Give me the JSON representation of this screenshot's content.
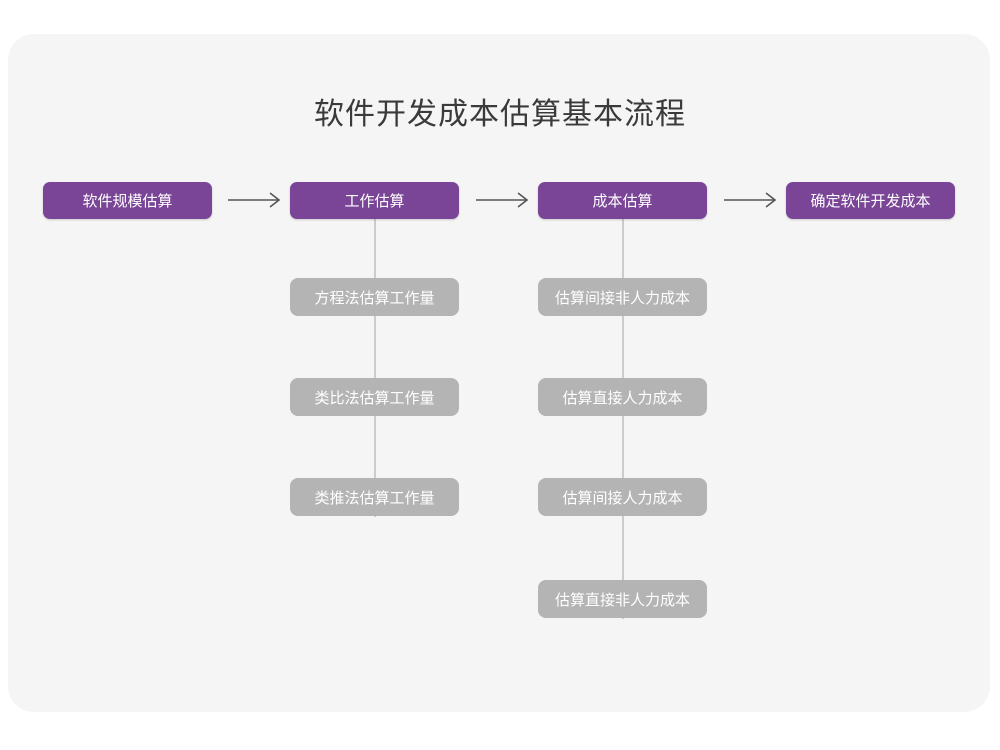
{
  "page": {
    "title": "软件开发成本估算基本流程",
    "background_color": "#ffffff",
    "card_color": "#f5f5f5"
  },
  "theme": {
    "primary_color": "#7a4596",
    "secondary_color": "#b4b4b4",
    "title_color": "#3a3a3a",
    "connector_color": "#cccccc",
    "arrow_color": "#555555",
    "node_text_color": "#ffffff"
  },
  "chart_data": {
    "type": "diagram",
    "title": "软件开发成本估算基本流程",
    "orientation": "left-to-right with vertical sub-branches",
    "stages": [
      {
        "id": "stage-1",
        "label": "软件规模估算",
        "level": "primary",
        "substeps": []
      },
      {
        "id": "stage-2",
        "label": "工作估算",
        "level": "primary",
        "substeps": [
          "方程法估算工作量",
          "类比法估算工作量",
          "类推法估算工作量"
        ]
      },
      {
        "id": "stage-3",
        "label": "成本估算",
        "level": "primary",
        "substeps": [
          "估算间接非人力成本",
          "估算直接人力成本",
          "估算间接人力成本",
          "估算直接非人力成本"
        ]
      },
      {
        "id": "stage-4",
        "label": "确定软件开发成本",
        "level": "primary",
        "substeps": []
      }
    ],
    "connectors": [
      {
        "from": "stage-1",
        "to": "stage-2",
        "kind": "arrow-right"
      },
      {
        "from": "stage-2",
        "to": "stage-3",
        "kind": "arrow-right"
      },
      {
        "from": "stage-3",
        "to": "stage-4",
        "kind": "arrow-right"
      }
    ]
  },
  "nodes": {
    "stage1": {
      "label": "软件规模估算"
    },
    "stage2": {
      "label": "工作估算"
    },
    "stage3": {
      "label": "成本估算"
    },
    "stage4": {
      "label": "确定软件开发成本"
    },
    "work": {
      "s1": {
        "label": "方程法估算工作量"
      },
      "s2": {
        "label": "类比法估算工作量"
      },
      "s3": {
        "label": "类推法估算工作量"
      }
    },
    "cost": {
      "s1": {
        "label": "估算间接非人力成本"
      },
      "s2": {
        "label": "估算直接人力成本"
      },
      "s3": {
        "label": "估算间接人力成本"
      },
      "s4": {
        "label": "估算直接非人力成本"
      }
    }
  }
}
